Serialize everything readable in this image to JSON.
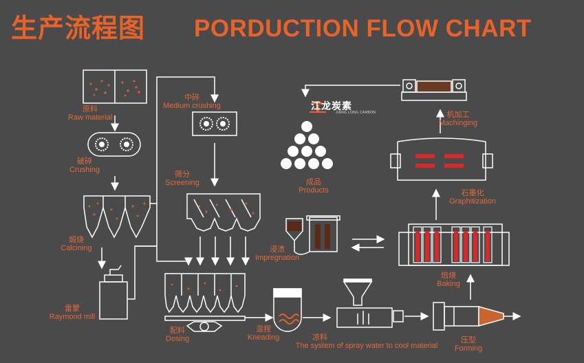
{
  "header": {
    "title_cn": "生产流程图",
    "title_en": "PORDUCTION FLOW CHART"
  },
  "brand": {
    "name": "江龙炭素",
    "subtitle": "JIANG LONG CARBON"
  },
  "steps": {
    "raw_material": {
      "cn": "原料",
      "en": "Raw material"
    },
    "crushing": {
      "cn": "破碎",
      "en": "Crushing"
    },
    "calcining": {
      "cn": "煅烧",
      "en": "Calcining"
    },
    "raymond_mill": {
      "cn": "雷蒙",
      "en": "Raymond mill"
    },
    "medium_crushing": {
      "cn": "中碎",
      "en": "Medium crushing"
    },
    "screening": {
      "cn": "筛分",
      "en": "Screening"
    },
    "dosing": {
      "cn": "配料",
      "en": "Dosing"
    },
    "kneading": {
      "cn": "混捏",
      "en": "Kneading"
    },
    "cooling": {
      "cn": "凉料",
      "en": "The system of spray water to cool material"
    },
    "forming": {
      "cn": "压型",
      "en": "Forming"
    },
    "baking": {
      "cn": "焙烧",
      "en": "Baking"
    },
    "impregnation": {
      "cn": "浸渍",
      "en": "Impregnation"
    },
    "graphitization": {
      "cn": "石墨化",
      "en": "Graphitization"
    },
    "machining": {
      "cn": "机加工",
      "en": "Machinging"
    },
    "products": {
      "cn": "成品",
      "en": "Products"
    }
  },
  "colors": {
    "background": "#4a4a4a",
    "accent": "#e8622a",
    "label": "#e26a3a",
    "line": "#ffffff",
    "glow": "#d42a2a"
  }
}
